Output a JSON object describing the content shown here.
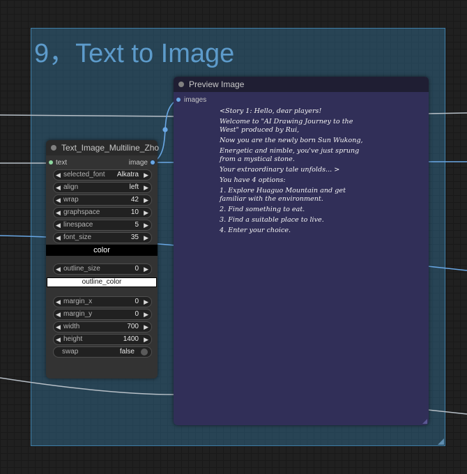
{
  "group": {
    "title": "9，Text to Image"
  },
  "text_node": {
    "title": "Text_Image_Multiline_Zho",
    "input_label": "text",
    "output_label": "image",
    "widgets": [
      {
        "label": "selected_font",
        "value": "Alkatra"
      },
      {
        "label": "align",
        "value": "left"
      },
      {
        "label": "wrap",
        "value": "42"
      },
      {
        "label": "graphspace",
        "value": "10"
      },
      {
        "label": "linespace",
        "value": "5"
      },
      {
        "label": "font_size",
        "value": "35"
      }
    ],
    "color_label": "color",
    "outline_size": {
      "label": "outline_size",
      "value": "0"
    },
    "outline_color_label": "outline_color",
    "widgets2": [
      {
        "label": "margin_x",
        "value": "0"
      },
      {
        "label": "margin_y",
        "value": "0"
      },
      {
        "label": "width",
        "value": "700"
      },
      {
        "label": "height",
        "value": "1400"
      }
    ],
    "swap": {
      "label": "swap",
      "value": "false"
    }
  },
  "preview_node": {
    "title": "Preview Image",
    "input_label": "images",
    "lines": [
      "<Story 1: Hello, dear players!",
      "Welcome to \"AI Drawing Journey to the",
      "West\" produced by Rui,",
      "Now you are the newly born Sun Wukong,",
      "Energetic and nimble, you've just sprung",
      "from a mystical stone.",
      "Your extraordinary tale unfolds... >",
      "You have 4 options:",
      "1. Explore Huaguo Mountain and get",
      "familiar with the environment.",
      "2. Find something to eat.",
      "3. Find a suitable place to live.",
      "4. Enter your choice."
    ]
  },
  "colors": {
    "accent_blue": "#6aa8e6",
    "group_fill": "#3478a0",
    "preview_bg": "#312f58",
    "node_bg": "#333333"
  }
}
